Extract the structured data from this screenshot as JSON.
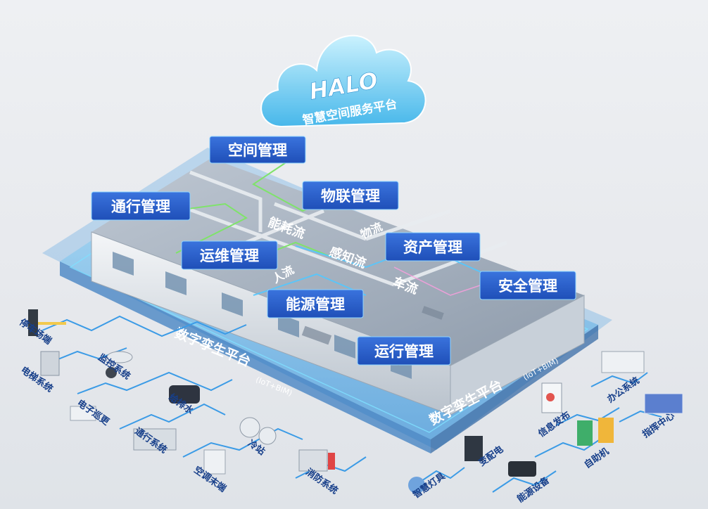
{
  "cloud": {
    "brand": "HALO",
    "platform": "智慧空间服务平台"
  },
  "modules": {
    "space": "空间管理",
    "access": "通行管理",
    "iot": "物联管理",
    "om": "运维管理",
    "asset": "资产管理",
    "energy": "能源管理",
    "safety": "安全管理",
    "operation": "运行管理"
  },
  "flows": {
    "energy_flow": "能耗流",
    "sensing_flow": "感知流",
    "object_flow": "物流",
    "people_flow": "人流",
    "vehicle_flow": "车流"
  },
  "platform_layer": {
    "title_left": "数字孪生平台",
    "sub_left": "(IoT+BIM)",
    "title_right": "数字孪生平台",
    "sub_right": "(IoT+BIM)"
  },
  "devices": {
    "parking": "停车场端",
    "elevator": "电梯系统",
    "monitoring": "监控系统",
    "patrol": "电子巡更",
    "water": "给排水",
    "access_sys": "通行系统",
    "chiller": "冷站",
    "ac_terminal": "空调末端",
    "fire": "消防系统",
    "lighting": "智慧灯具",
    "power": "变配电",
    "energy_dev": "能源设备",
    "info": "信息发布",
    "kiosk": "自助机",
    "office": "办公系统",
    "command": "指挥中心"
  },
  "colors": {
    "module_bg": "#2b5ec9",
    "accent": "#2aa4e8",
    "glow": "#6fd8ff",
    "route_green": "#7fe36a",
    "label_dark": "#173f8a"
  }
}
